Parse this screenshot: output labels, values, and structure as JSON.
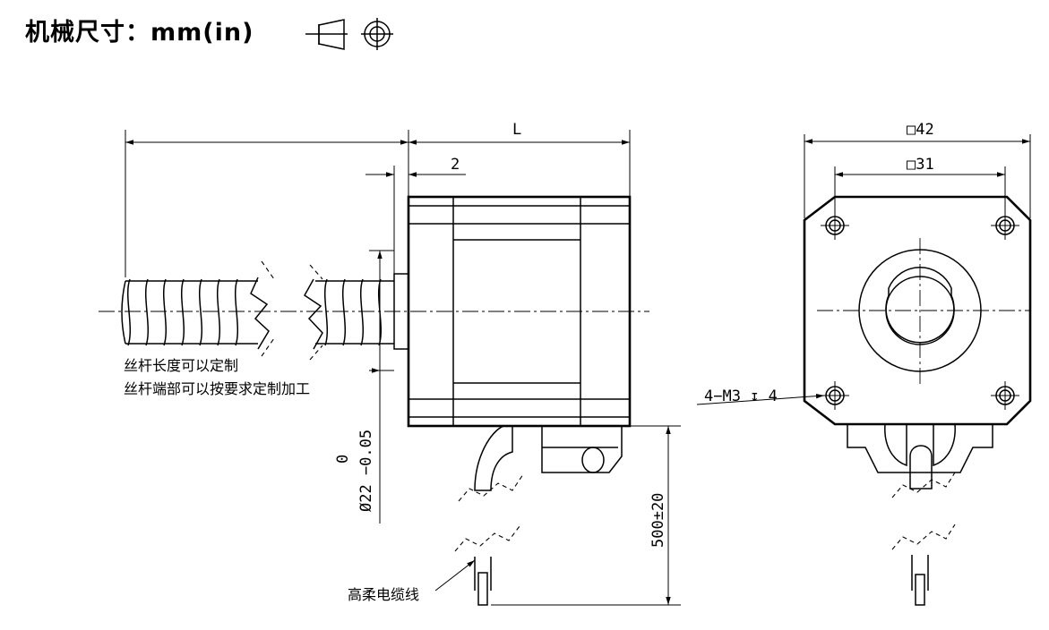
{
  "header": {
    "title": "机械尺寸：mm(in)"
  },
  "dimensions": {
    "L": "L",
    "flange_offset": "2",
    "body_width": "□42",
    "hole_spacing": "□31",
    "shaft_tol_upper": "0",
    "shaft_diameter": "Ø22 −0.05",
    "cable_length": "500±20",
    "mount_holes": "4−M3 ↧ 4"
  },
  "notes": {
    "screw_length": "丝杆长度可以定制",
    "screw_end": "丝杆端部可以按要求定制加工",
    "cable": "高柔电缆线"
  },
  "icons": {
    "projection_symbol": "first-angle-projection-icon"
  }
}
